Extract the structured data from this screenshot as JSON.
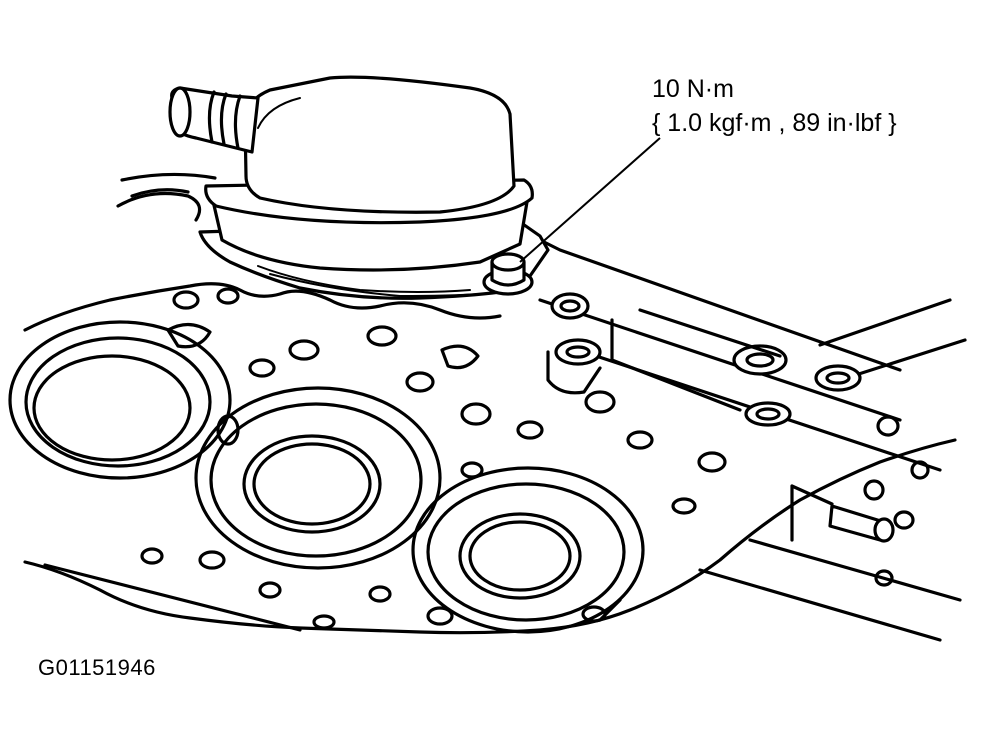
{
  "callout": {
    "torque_primary": "10 N·m",
    "torque_secondary": "{ 1.0 kgf·m , 89 in·lbf }"
  },
  "figure": {
    "id": "G01151946"
  },
  "colors": {
    "ink": "#000000",
    "paper": "#ffffff"
  }
}
